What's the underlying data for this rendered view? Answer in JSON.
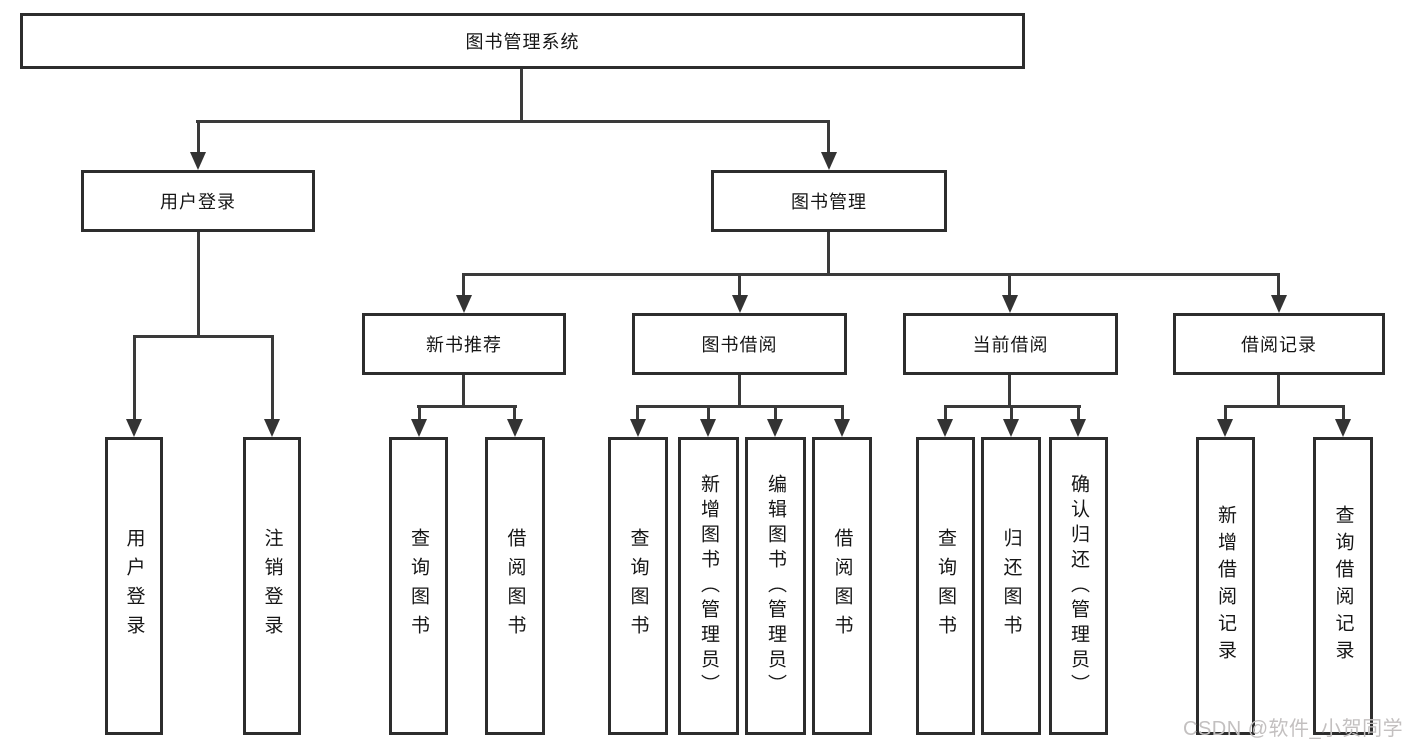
{
  "diagram": {
    "title": "图书管理系统",
    "nodes": {
      "root": "图书管理系统",
      "user_login": "用户登录",
      "book_mgmt": "图书管理",
      "new_book": "新书推荐",
      "book_borrow": "图书借阅",
      "current_borrow": "当前借阅",
      "borrow_record": "借阅记录",
      "leaf_user_login": "用户登录",
      "leaf_logout": "注销登录",
      "leaf_nb_query": "查询图书",
      "leaf_nb_borrow": "借阅图书",
      "leaf_bb_query": "查询图书",
      "leaf_bb_add": "新增图书（管理员）",
      "leaf_bb_edit": "编辑图书（管理员）",
      "leaf_bb_borrow": "借阅图书",
      "leaf_cb_query": "查询图书",
      "leaf_cb_return": "归还图书",
      "leaf_cb_confirm": "确认归还（管理员）",
      "leaf_br_add": "新增借阅记录",
      "leaf_br_query": "查询借阅记录"
    },
    "watermark": "CSDN @软件_小贺同学"
  }
}
